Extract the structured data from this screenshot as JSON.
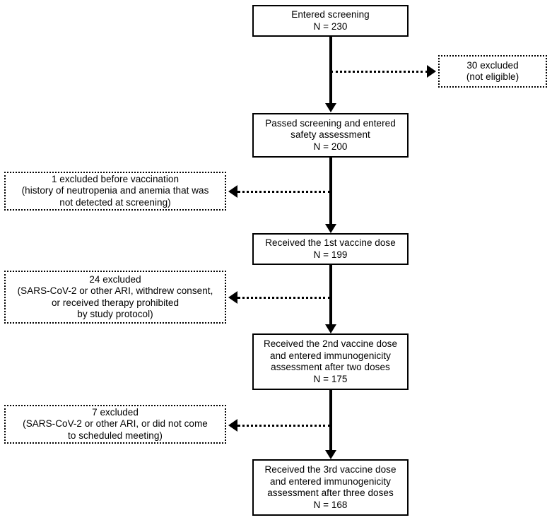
{
  "diagram": {
    "type": "participant-flow-diagram",
    "title": "Study participant flow",
    "colors": {
      "stroke": "#000000",
      "background": "#ffffff"
    }
  },
  "main_nodes": [
    {
      "id": "entered-screening",
      "lines": [
        "Entered screening",
        "N = 230"
      ],
      "n": 230,
      "border": "solid"
    },
    {
      "id": "passed-screening",
      "lines": [
        "Passed screening and entered",
        "safety assessment",
        "N = 200"
      ],
      "n": 200,
      "border": "solid"
    },
    {
      "id": "first-dose",
      "lines": [
        "Received the 1st vaccine dose",
        "N = 199"
      ],
      "n": 199,
      "border": "solid"
    },
    {
      "id": "second-dose",
      "lines": [
        "Received the 2nd vaccine dose",
        "and entered immunogenicity",
        "assessment after two doses",
        "N = 175"
      ],
      "n": 175,
      "border": "solid"
    },
    {
      "id": "third-dose",
      "lines": [
        "Received the 3rd vaccine dose",
        "and entered immunogenicity",
        "assessment after three doses",
        "N = 168"
      ],
      "n": 168,
      "border": "solid"
    }
  ],
  "exclusion_nodes": [
    {
      "id": "excluded-not-eligible",
      "side": "right",
      "lines": [
        "30 excluded",
        "(not eligible)"
      ],
      "n": 30,
      "border": "dotted"
    },
    {
      "id": "excluded-before-vaccination",
      "side": "left",
      "lines": [
        "1 excluded before vaccination",
        "(history of neutropenia and anemia that was",
        "not detected at screening)"
      ],
      "n": 1,
      "border": "dotted"
    },
    {
      "id": "excluded-after-first-dose",
      "side": "left",
      "lines": [
        "24 excluded",
        "(SARS-CoV-2 or other ARI, withdrew consent,",
        "or received therapy prohibited",
        "by study protocol)"
      ],
      "n": 24,
      "border": "dotted"
    },
    {
      "id": "excluded-after-second-dose",
      "side": "left",
      "lines": [
        "7 excluded",
        "(SARS-CoV-2 or other ARI, or did not come",
        "to scheduled meeting)"
      ],
      "n": 7,
      "border": "dotted"
    }
  ]
}
